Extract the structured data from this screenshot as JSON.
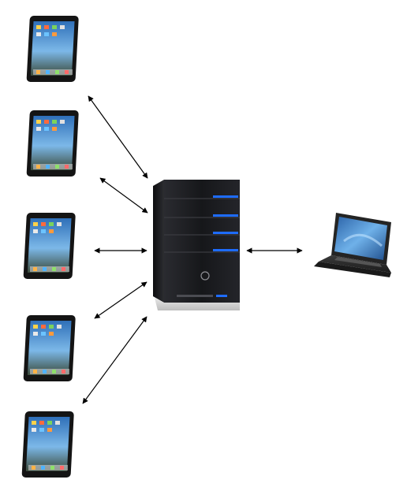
{
  "diagram": {
    "nodes": [
      {
        "id": "tablet-1",
        "type": "tablet",
        "icon": "tablet-icon"
      },
      {
        "id": "tablet-2",
        "type": "tablet",
        "icon": "tablet-icon"
      },
      {
        "id": "tablet-3",
        "type": "tablet",
        "icon": "tablet-icon"
      },
      {
        "id": "tablet-4",
        "type": "tablet",
        "icon": "tablet-icon"
      },
      {
        "id": "tablet-5",
        "type": "tablet",
        "icon": "tablet-icon"
      },
      {
        "id": "server",
        "type": "server",
        "icon": "server-tower-icon"
      },
      {
        "id": "laptop",
        "type": "laptop",
        "icon": "laptop-icon"
      }
    ],
    "edges": [
      {
        "from": "tablet-1",
        "to": "server",
        "direction": "both"
      },
      {
        "from": "tablet-2",
        "to": "server",
        "direction": "both"
      },
      {
        "from": "tablet-3",
        "to": "server",
        "direction": "both"
      },
      {
        "from": "tablet-4",
        "to": "server",
        "direction": "both"
      },
      {
        "from": "tablet-5",
        "to": "server",
        "direction": "both"
      },
      {
        "from": "server",
        "to": "laptop",
        "direction": "both"
      }
    ],
    "colors": {
      "arrow": "#000000",
      "server_body": "#1a1b1f",
      "server_led": "#1e6cff",
      "tablet_bezel": "#141414",
      "laptop_body": "#2a2a2a",
      "screen_sky": "#5aa6e6"
    }
  }
}
